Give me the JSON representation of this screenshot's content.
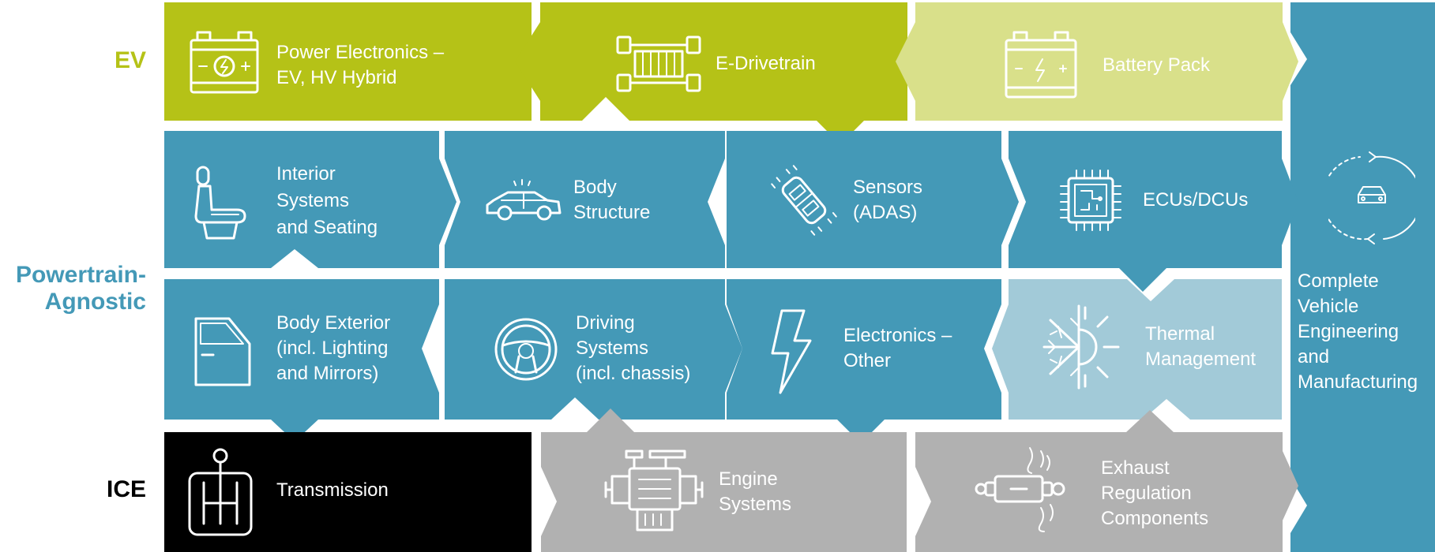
{
  "colors": {
    "ev": "#b5c217",
    "ev_light": "#d9e08a",
    "agnostic": "#4499b7",
    "thermal": "#a2cad8",
    "ice_dark": "#000000",
    "ice_gray": "#b1b1b1",
    "vehicle": "#4499b7",
    "ev_label": "#b5c217",
    "agnostic_label": "#4499b7",
    "ice_label": "#000000"
  },
  "rows": {
    "ev": "EV",
    "agnostic": "Powertrain-\nAgnostic",
    "ice": "ICE"
  },
  "tiles": {
    "power_electronics": "Power Electronics –\nEV, HV Hybrid",
    "e_drivetrain": "E-Drivetrain",
    "battery_pack": "Battery Pack",
    "interior": "Interior\nSystems\nand Seating",
    "body_structure": "Body\nStructure",
    "sensors": "Sensors\n(ADAS)",
    "ecus": "ECUs/DCUs",
    "body_exterior": "Body Exterior\n(incl. Lighting\nand Mirrors)",
    "driving_systems": "Driving\nSystems\n(incl. chassis)",
    "electronics_other": "Electronics –\nOther",
    "thermal": "Thermal\nManagement",
    "transmission": "Transmission",
    "engine": "Engine\nSystems",
    "exhaust": "Exhaust\nRegulation\nComponents",
    "vehicle": "Complete\nVehicle\nEngineering\nand\nManufacturing"
  },
  "icons": {
    "power_electronics": "car-battery-icon",
    "e_drivetrain": "chassis-icon",
    "battery_pack": "battery-icon",
    "interior": "seat-icon",
    "body_structure": "car-body-icon",
    "sensors": "sensor-car-icon",
    "ecus": "chip-icon",
    "body_exterior": "car-door-icon",
    "driving_systems": "steering-wheel-icon",
    "electronics_other": "lightning-icon",
    "thermal": "snow-sun-icon",
    "transmission": "gear-shift-icon",
    "engine": "engine-icon",
    "exhaust": "exhaust-icon",
    "vehicle": "vehicle-cycle-icon"
  }
}
